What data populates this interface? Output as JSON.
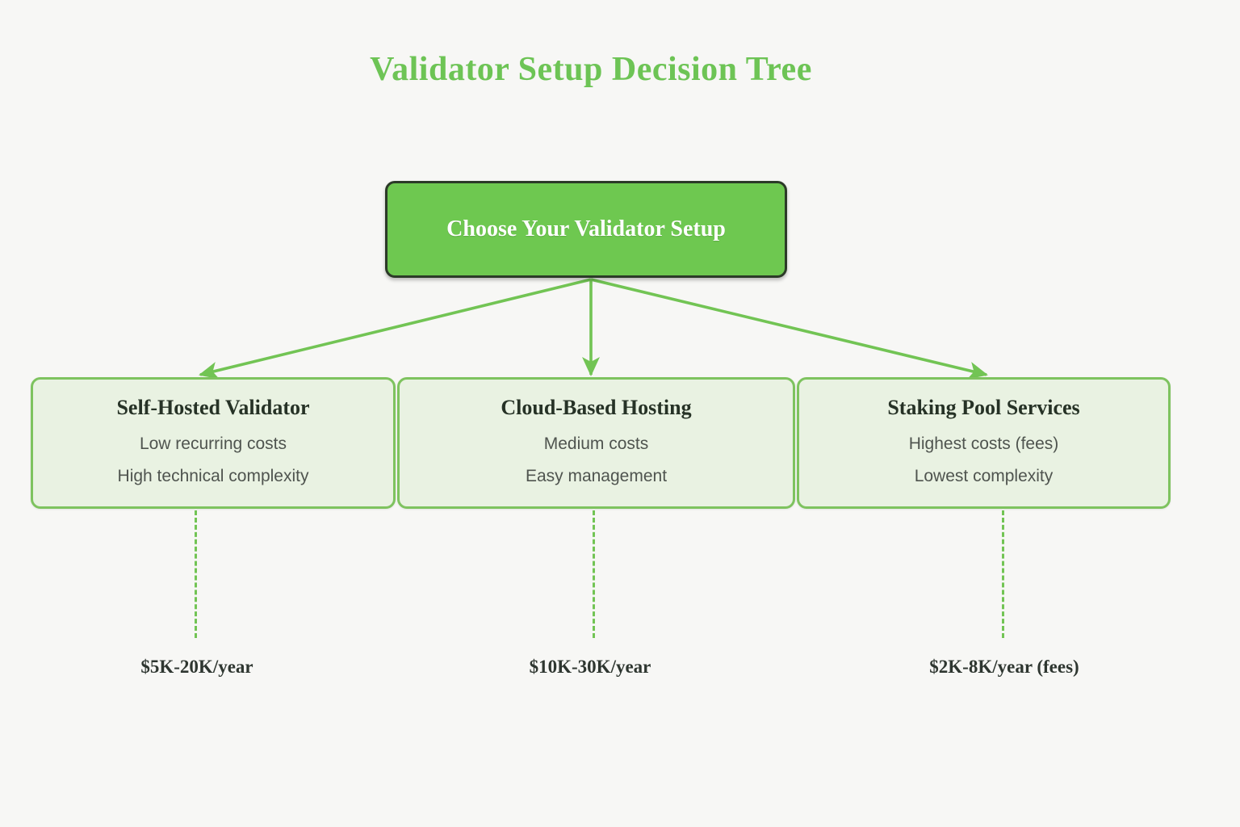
{
  "title": "Validator Setup Decision Tree",
  "root_node": {
    "label": "Choose Your Validator Setup"
  },
  "options": [
    {
      "title": "Self-Hosted Validator",
      "detail_lines": [
        "Low recurring costs",
        "High technical complexity"
      ],
      "cost_label": "$5K-20K/year"
    },
    {
      "title": "Cloud-Based Hosting",
      "detail_lines": [
        "Medium costs",
        "Easy management"
      ],
      "cost_label": "$10K-30K/year"
    },
    {
      "title": "Staking Pool Services",
      "detail_lines": [
        "Highest costs (fees)",
        "Lowest complexity"
      ],
      "cost_label": "$2K-8K/year (fees)"
    }
  ],
  "colors": {
    "background": "#f7f7f5",
    "title_green": "#6dc455",
    "root_fill": "#6ec850",
    "root_border": "#2c3a28",
    "root_text": "#ffffff",
    "option_fill": "#e9f2e2",
    "option_border": "#7ec35f",
    "arrow_green": "#72c454",
    "heading_text": "#263226",
    "detail_text": "#4f544f",
    "cost_text": "#2e3630"
  }
}
